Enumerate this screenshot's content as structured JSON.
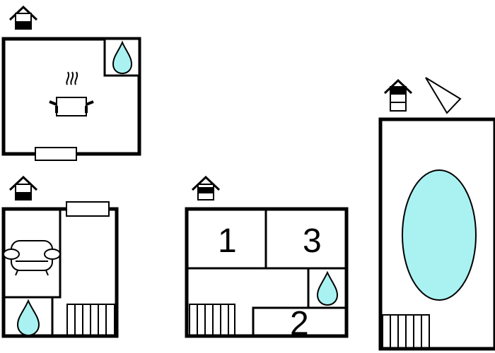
{
  "colors": {
    "wall": "#000000",
    "water": "#aaf2f2",
    "background": "#ffffff"
  },
  "icons": [
    "house-floor-icon",
    "water-drop-icon",
    "cooking-pot-icon",
    "sofa-icon",
    "stairs-icon",
    "compass-icon",
    "pool-icon"
  ],
  "rooms": {
    "bedroom_1": {
      "number": "1"
    },
    "bedroom_3": {
      "number": "3"
    },
    "bedroom_2": {
      "number": "2"
    }
  }
}
